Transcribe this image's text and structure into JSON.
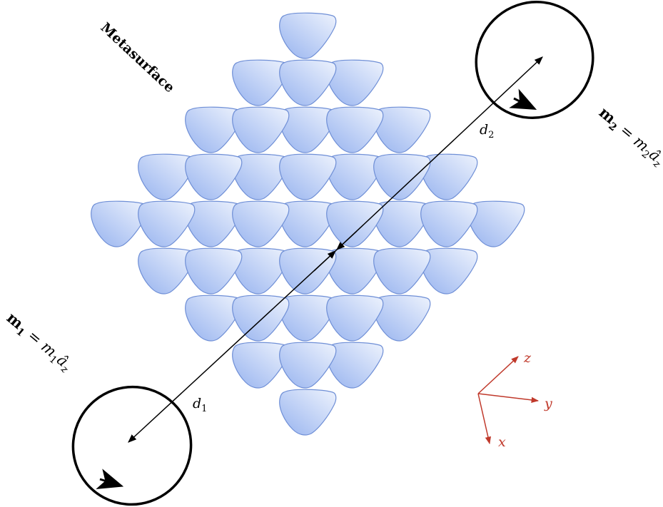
{
  "title": "Metasurface",
  "labels": {
    "d1": "d",
    "d1_sub": "1",
    "d2": "d",
    "d2_sub": "2",
    "m1_bold": "m",
    "m1_sub": "1",
    "m1_eq": " = ",
    "m1_sym": "m",
    "m1_sym_sub": "1",
    "m1_hat": "â",
    "m1_hat_sub": "z",
    "m2_bold": "m",
    "m2_sub": "2",
    "m2_eq": " = ",
    "m2_sym": "m",
    "m2_sym_sub": "2",
    "m2_hat": "â",
    "m2_hat_sub": "z"
  },
  "axes": {
    "z": "z",
    "y": "y",
    "x": "x",
    "color": "#c0392b"
  },
  "colors": {
    "element_fill_light": "#e8eefc",
    "element_fill_dark": "#9bb7f0",
    "element_stroke": "#6f8fd6",
    "loop": "#000000"
  }
}
